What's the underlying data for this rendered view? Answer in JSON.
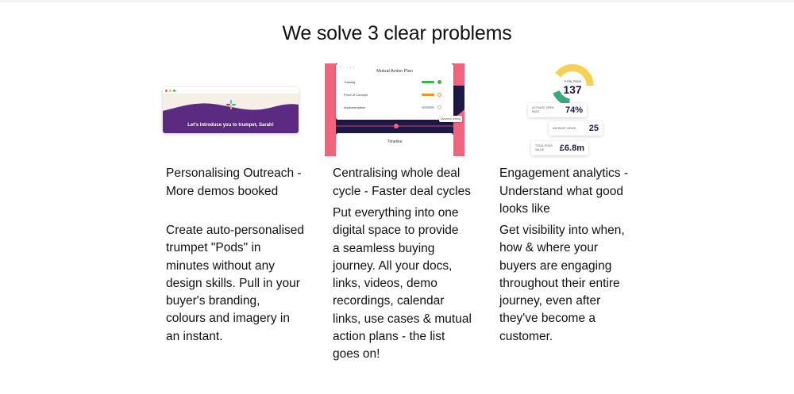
{
  "title": "We solve 3 clear problems",
  "columns": [
    {
      "heading_lines": [
        "Personalising Outreach -",
        "More demos booked"
      ],
      "body_lines": [
        "Create auto-personalised",
        "trumpet \"Pods\" in",
        "minutes without any",
        "design skills. Pull in your",
        "buyer's branding,",
        "colours and imagery in",
        "an instant."
      ],
      "image": {
        "message": "Let's introduce you to trumpet, Sarah!",
        "icon": "slack-icon"
      }
    },
    {
      "heading_lines": [
        "Centralising whole deal",
        "cycle - Faster deal cycles"
      ],
      "body_lines": [
        "Put everything into one",
        "digital space to provide",
        "a seamless buying",
        "journey. All your docs,",
        "links, videos, demo",
        "recordings, calendar",
        "links, use cases & mutual",
        "action plans - the list",
        "goes on!"
      ],
      "image": {
        "card_title": "Mutual Action Plan",
        "rows": [
          {
            "label": "Training",
            "color": "#39b54a"
          },
          {
            "label": "Proof of Concept",
            "color": "#f7941d"
          },
          {
            "label": "Implementation",
            "color": "#c8c8c8"
          }
        ],
        "zoom_label": "Dynamic pricing",
        "timeline_title": "Timeline"
      }
    },
    {
      "heading_lines": [
        "Engagement analytics -",
        "Understand what good",
        "looks like"
      ],
      "body_lines": [
        "Get visibility into when,",
        "how & where your",
        "buyers are engaging",
        "throughout their entire",
        "journey, even after",
        "they've become a",
        "customer."
      ],
      "image": {
        "ring_label": "TOTAL PODS",
        "ring_value": "137",
        "stats": [
          {
            "label": "ACTIVATE OPEN RATE",
            "value": "74%"
          },
          {
            "label": "AVERAGE VIEWS",
            "value": "25"
          },
          {
            "label": "TOTAL PODS VALUE",
            "value": "£6.8m"
          }
        ]
      }
    }
  ],
  "colors": {
    "purple": "#5b2b82",
    "navy": "#1d1847",
    "pink": "#f2637c",
    "yellow": "#f7d154",
    "green": "#3aaa7a",
    "red": "#e8334a"
  }
}
